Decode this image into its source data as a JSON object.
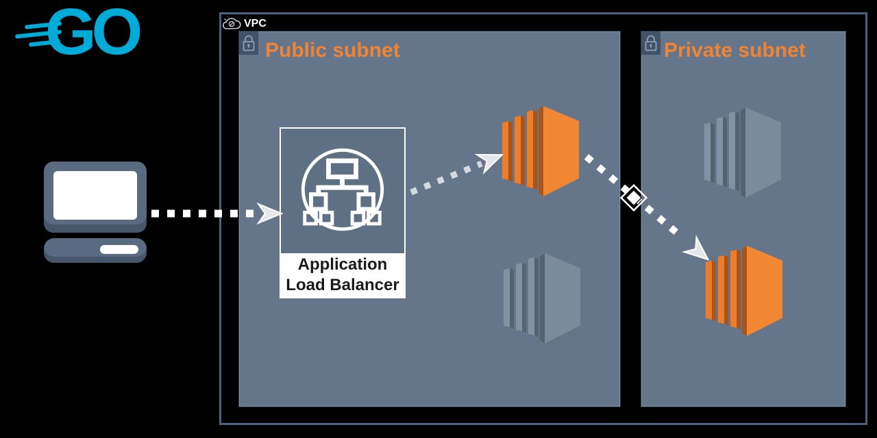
{
  "logo": {
    "text": "GO"
  },
  "vpc": {
    "label": "VPC"
  },
  "subnets": {
    "public": {
      "title": "Public subnet"
    },
    "private": {
      "title": "Private subnet"
    }
  },
  "alb": {
    "label_line1": "Application",
    "label_line2": "Load Balancer"
  },
  "icons": {
    "client": "laptop-icon",
    "vpc": "vpc-cloud-icon",
    "subnet_badge": "lock-icon",
    "load_balancer": "alb-network-tree-icon",
    "instances": "ec2-instance-box-icon"
  },
  "colors": {
    "background": "#000000",
    "go_cyan": "#00ACD7",
    "vpc_border": "#4F5F7E",
    "subnet_bg": "#65758A",
    "subnet_title_orange": "#EF8435",
    "alb_tile_bg": "#5F7085",
    "alb_text": "#1A1A1A",
    "ec2_orange_face": "#F18732",
    "ec2_orange_slat": "#EE7C28",
    "ec2_orange_side": "#A8551D",
    "ec2_gray_face": "#7B8B9B",
    "ec2_gray_slat": "#8292A3",
    "ec2_gray_side": "#55626F",
    "device_gray": "#5A6A80",
    "device_gray_dark": "#47566B",
    "lock_badge_bg": "#42526A",
    "lock_stroke": "#93A1B1",
    "vpc_icon_stroke": "#C9D0DA",
    "arrow_white": "#FFFFFF",
    "arrow_gray": "#D5DADF",
    "arrowhead_fill": "#E3E6EA"
  }
}
